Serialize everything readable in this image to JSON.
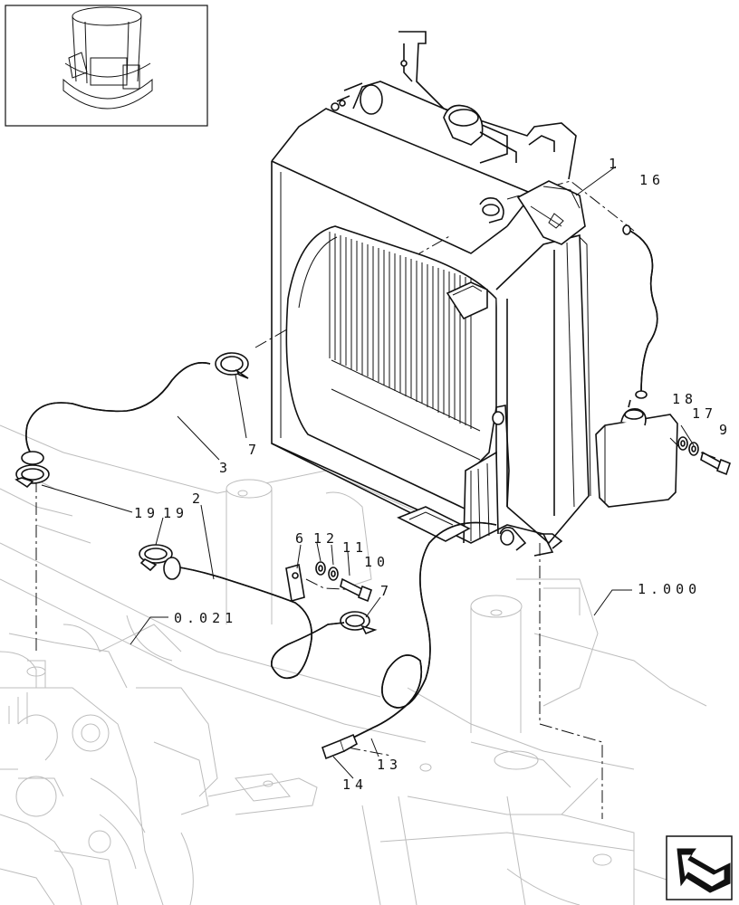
{
  "callouts": {
    "c1": "1",
    "c16": "16",
    "c18": "18",
    "c17": "17",
    "c9": "9",
    "c3": "3",
    "c7a": "7",
    "c19a": "19",
    "c19b": "19",
    "c2": "2",
    "c6": "6",
    "c12": "12",
    "c11": "11",
    "c10": "10",
    "c7b": "7",
    "c1000": "1.000",
    "c0021": "0.021",
    "c13": "13",
    "c14": "14"
  },
  "icons": {
    "thumbnail": "machine-thumbnail-icon",
    "nav": "navigation-arrow-icon"
  }
}
